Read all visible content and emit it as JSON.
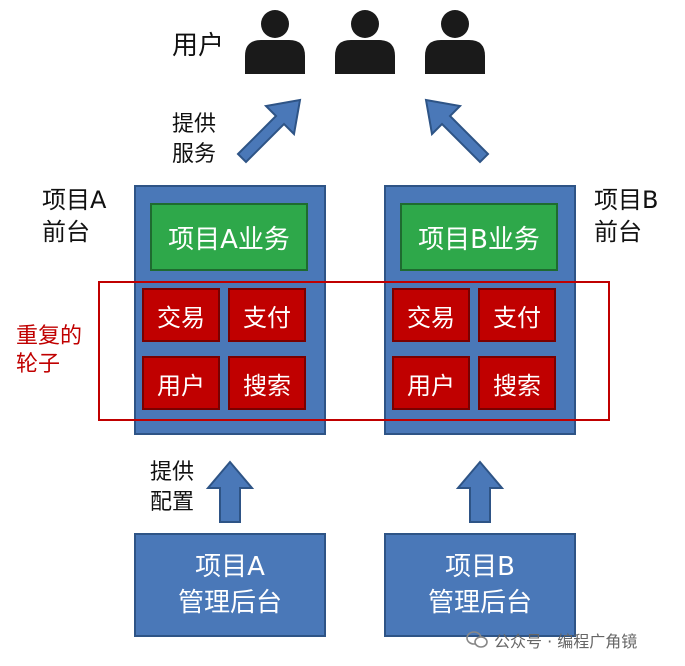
{
  "users": {
    "label": "用户",
    "icon_count": 3
  },
  "provide_service": {
    "line1": "提供",
    "line2": "服务"
  },
  "frontend_a": {
    "line1": "项目A",
    "line2": "前台",
    "business": "项目A业务"
  },
  "frontend_b": {
    "line1": "项目B",
    "line2": "前台",
    "business": "项目B业务"
  },
  "modules_a": [
    "交易",
    "支付",
    "用户",
    "搜索"
  ],
  "modules_b": [
    "交易",
    "支付",
    "用户",
    "搜索"
  ],
  "wheel": {
    "line1": "重复的",
    "line2": "轮子"
  },
  "provide_config": {
    "line1": "提供",
    "line2": "配置"
  },
  "backend_a": {
    "line1": "项目A",
    "line2": "管理后台"
  },
  "backend_b": {
    "line1": "项目B",
    "line2": "管理后台"
  },
  "watermark": "公众号 · 编程广角镜",
  "colors": {
    "blue": "#4a78b8",
    "green": "#2ea84a",
    "red": "#c00000",
    "dark": "#1a1a1a"
  }
}
